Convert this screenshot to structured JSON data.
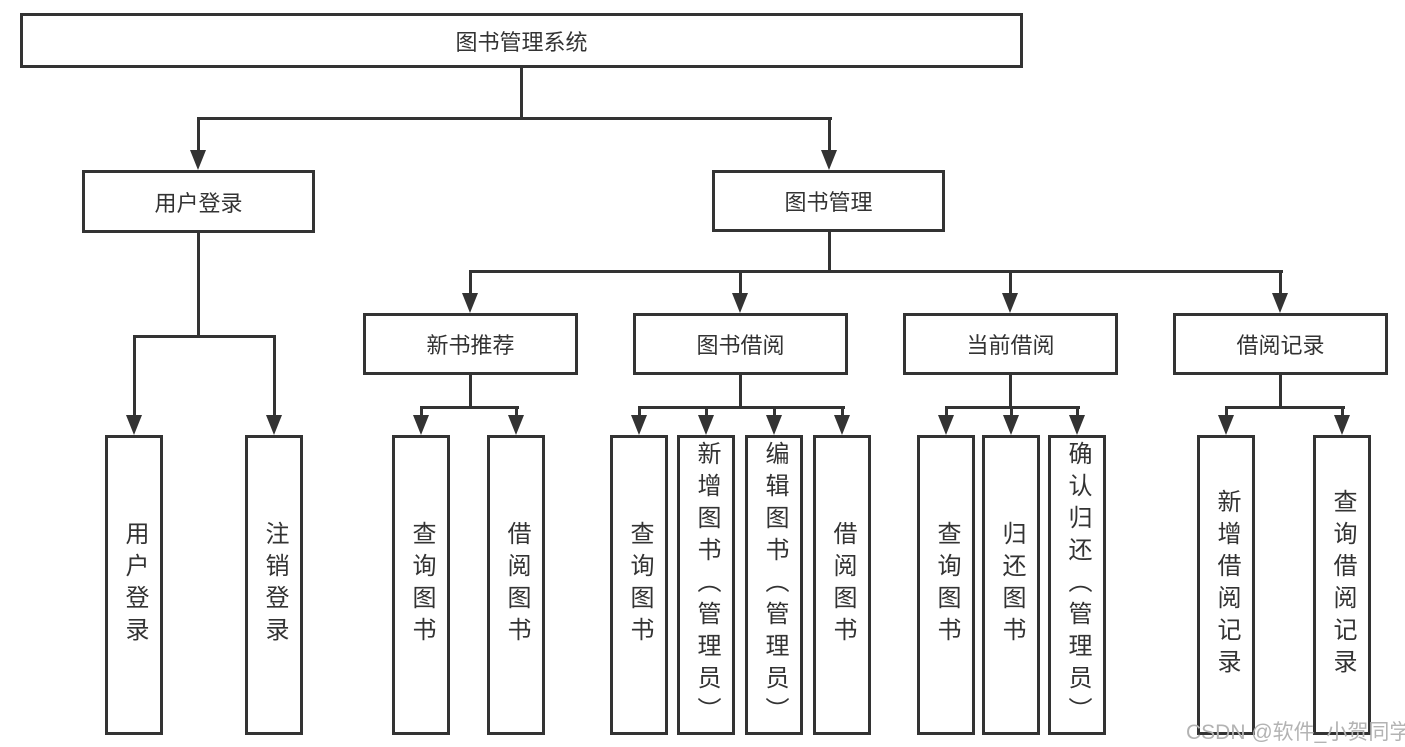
{
  "diagram": {
    "type": "tree",
    "root": {
      "label": "图书管理系统"
    },
    "children": [
      {
        "label": "用户登录",
        "children": [
          {
            "label": "用户登录"
          },
          {
            "label": "注销登录"
          }
        ]
      },
      {
        "label": "图书管理",
        "children": [
          {
            "label": "新书推荐",
            "children": [
              {
                "label": "查询图书"
              },
              {
                "label": "借阅图书"
              }
            ]
          },
          {
            "label": "图书借阅",
            "children": [
              {
                "label": "查询图书"
              },
              {
                "label": "新增图书（管理员）"
              },
              {
                "label": "编辑图书（管理员）"
              },
              {
                "label": "借阅图书"
              }
            ]
          },
          {
            "label": "当前借阅",
            "children": [
              {
                "label": "查询图书"
              },
              {
                "label": "归还图书"
              },
              {
                "label": "确认归还（管理员）"
              }
            ]
          },
          {
            "label": "借阅记录",
            "children": [
              {
                "label": "新增借阅记录"
              },
              {
                "label": "查询借阅记录"
              }
            ]
          }
        ]
      }
    ]
  },
  "watermark": {
    "text": "CSDN @软件_小贺同学"
  },
  "colors": {
    "line": "#333333",
    "text": "#333333",
    "box_background": "#ffffff",
    "page_background": "#ffffff",
    "watermark": "#b3b3b3"
  }
}
